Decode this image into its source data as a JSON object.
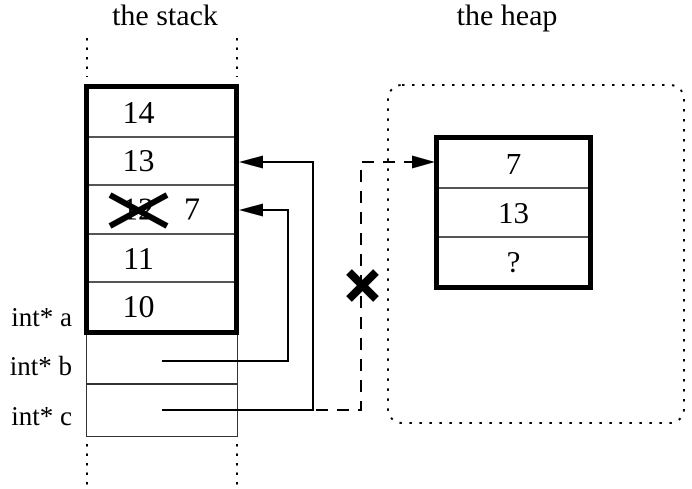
{
  "colors": {
    "ink": "#000000",
    "background": "#ffffff"
  },
  "titles": {
    "stack": "the stack",
    "heap": "the heap"
  },
  "stack": {
    "rows": [
      {
        "value": "14"
      },
      {
        "value": "13"
      },
      {
        "old_value": "12",
        "new_value": "7",
        "crossed_out": true
      },
      {
        "value": "11"
      },
      {
        "value": "10"
      }
    ]
  },
  "pointer_labels": [
    {
      "label": "int* a"
    },
    {
      "label": "int* b"
    },
    {
      "label": "int* c"
    }
  ],
  "heap": {
    "cells": [
      {
        "value": "7"
      },
      {
        "value": "13"
      },
      {
        "value": "?"
      }
    ]
  }
}
